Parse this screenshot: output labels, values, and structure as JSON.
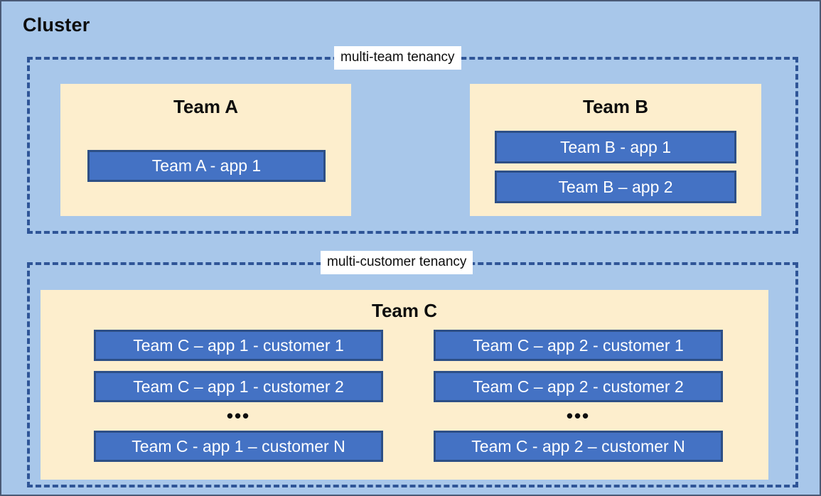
{
  "diagram": {
    "title": "Cluster",
    "background_color": "#a8c7ea",
    "panel_color": "#fdeecd",
    "app_color": "#4472c4",
    "zone_border_color": "#2f5597"
  },
  "zones": [
    {
      "label": "multi-team tenancy"
    },
    {
      "label": "multi-customer tenancy"
    }
  ],
  "teams": [
    {
      "name": "Team A",
      "apps": [
        {
          "label": "Team A - app 1"
        }
      ]
    },
    {
      "name": "Team B",
      "apps": [
        {
          "label": "Team B - app 1"
        },
        {
          "label": "Team B – app 2"
        }
      ]
    },
    {
      "name": "Team C",
      "columns": [
        {
          "apps": [
            {
              "label": "Team C – app 1 - customer 1"
            },
            {
              "label": "Team C – app 1 - customer 2"
            }
          ],
          "ellipsis": "•••",
          "last_app": {
            "label": "Team C - app 1 – customer N"
          }
        },
        {
          "apps": [
            {
              "label": "Team C – app 2 - customer 1"
            },
            {
              "label": "Team C – app 2 - customer 2"
            }
          ],
          "ellipsis": "•••",
          "last_app": {
            "label": "Team C - app 2 – customer N"
          }
        }
      ]
    }
  ]
}
